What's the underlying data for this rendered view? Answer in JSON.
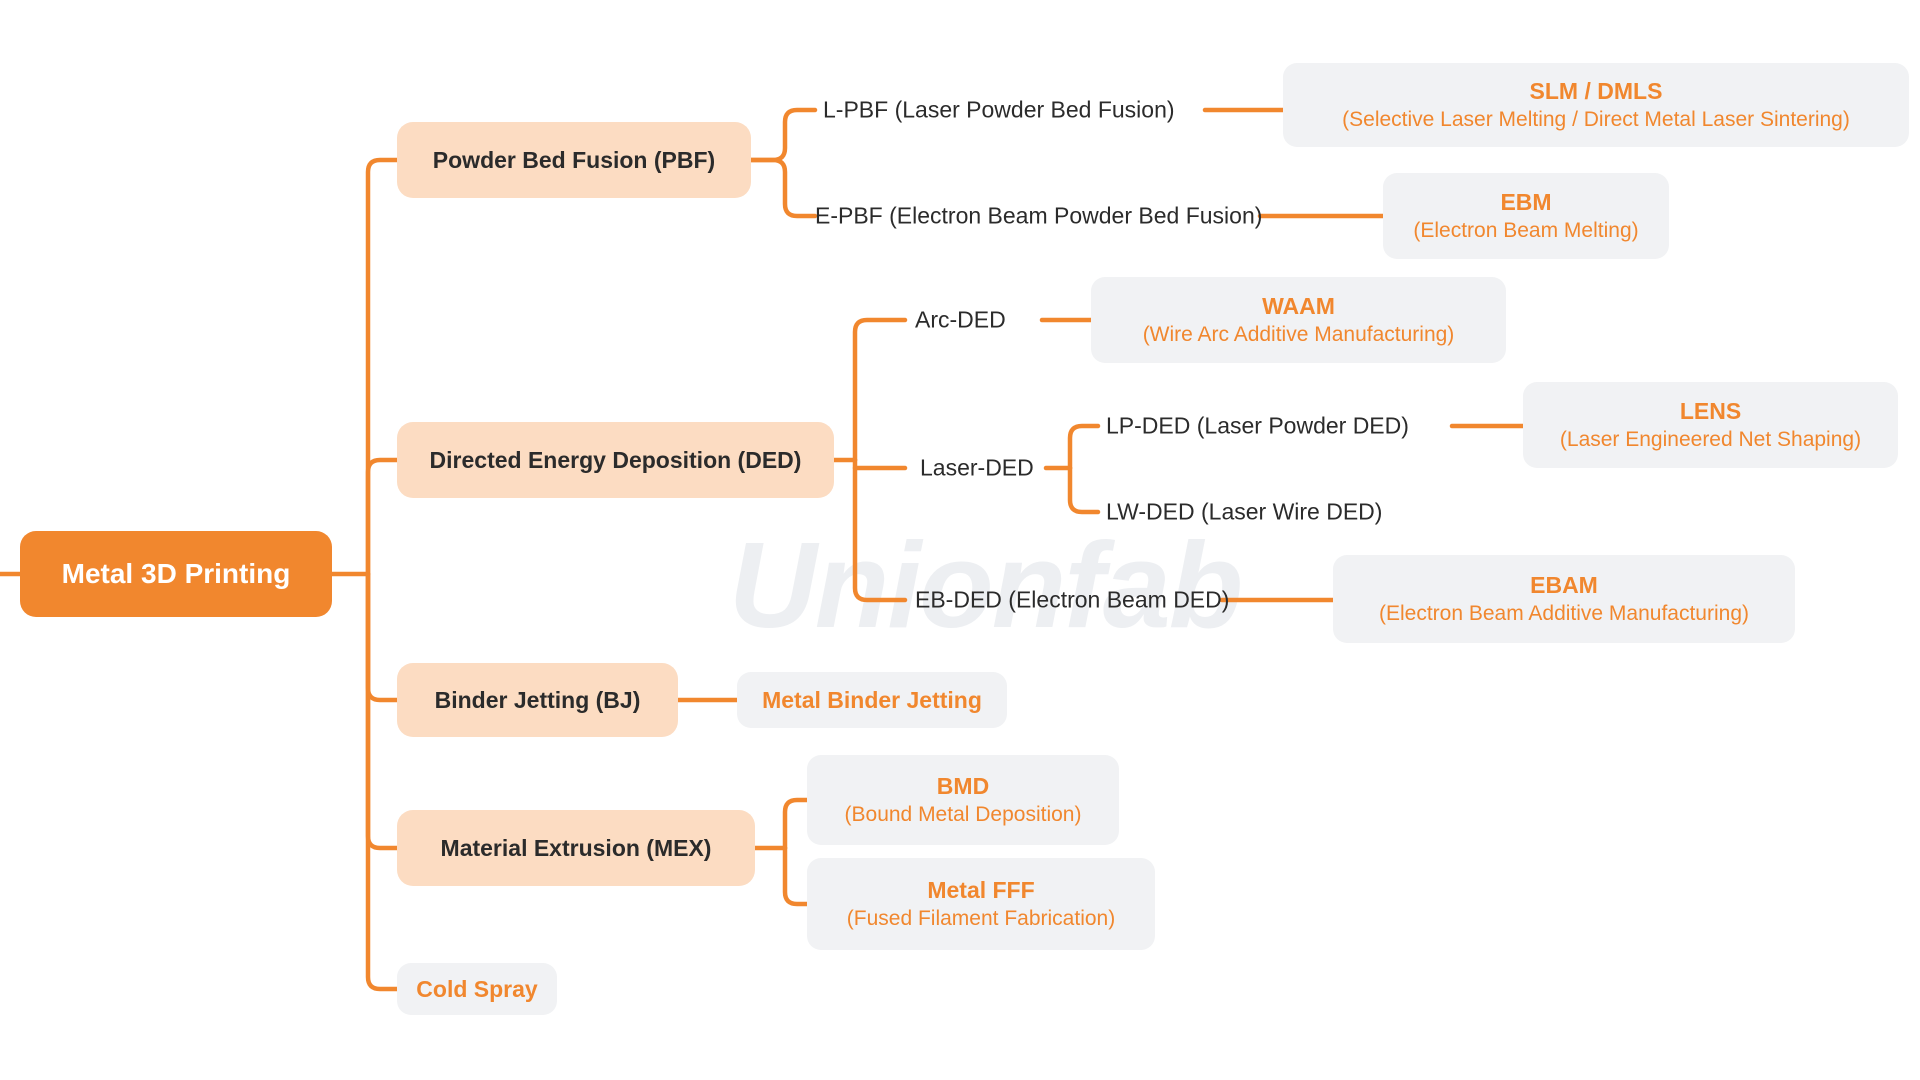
{
  "colors": {
    "accent_orange": "#f1872e",
    "category_bg": "#fcdcc2",
    "leaf_bg": "#f1f2f4",
    "dark_text": "#2b2b2b",
    "watermark_gray": "#edeff2"
  },
  "watermark": "Unionfab",
  "tree": {
    "root": {
      "label": "Metal 3D Printing"
    },
    "branches": {
      "powder_bed_fusion": {
        "label": "Powder Bed Fusion (PBF)",
        "children": {
          "l_pbf": {
            "label": "L-PBF (Laser Powder Bed Fusion)",
            "leaf": {
              "title": "SLM / DMLS",
              "subtitle": "(Selective Laser Melting / Direct Metal Laser Sintering)"
            }
          },
          "e_pbf": {
            "label": "E-PBF (Electron Beam Powder Bed Fusion)",
            "leaf": {
              "title": "EBM",
              "subtitle": "(Electron Beam Melting)"
            }
          }
        }
      },
      "directed_energy_deposition": {
        "label": "Directed Energy Deposition (DED)",
        "children": {
          "arc_ded": {
            "label": "Arc-DED",
            "leaf": {
              "title": "WAAM",
              "subtitle": "(Wire Arc Additive Manufacturing)"
            }
          },
          "laser_ded": {
            "label": "Laser-DED",
            "children": {
              "lp_ded": {
                "label": "LP-DED (Laser Powder DED)",
                "leaf": {
                  "title": "LENS",
                  "subtitle": "(Laser Engineered Net Shaping)"
                }
              },
              "lw_ded": {
                "label": "LW-DED (Laser Wire DED)"
              }
            }
          },
          "eb_ded": {
            "label": "EB-DED (Electron Beam DED)",
            "leaf": {
              "title": "EBAM",
              "subtitle": "(Electron Beam Additive Manufacturing)"
            }
          }
        }
      },
      "binder_jetting": {
        "label": "Binder Jetting (BJ)",
        "leaf": {
          "title": "Metal Binder Jetting"
        }
      },
      "material_extrusion": {
        "label": "Material Extrusion (MEX)",
        "children": {
          "bmd": {
            "leaf": {
              "title": "BMD",
              "subtitle": "(Bound Metal Deposition)"
            }
          },
          "metal_fff": {
            "leaf": {
              "title": "Metal FFF",
              "subtitle": "(Fused Filament Fabrication)"
            }
          }
        }
      },
      "cold_spray": {
        "label": "Cold Spray"
      }
    }
  }
}
